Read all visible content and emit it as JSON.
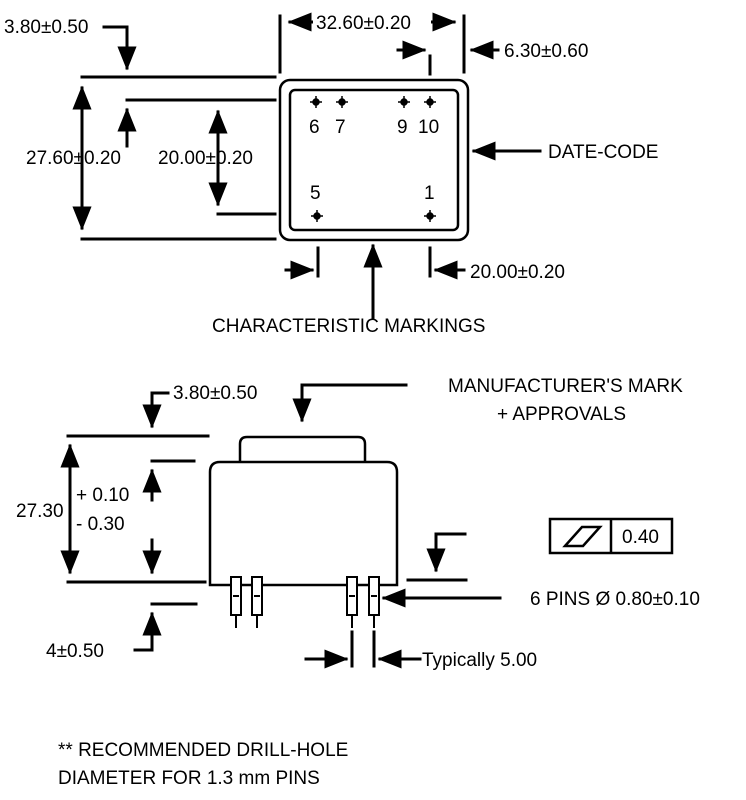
{
  "top_view": {
    "dim_offset_top": "3.80±0.50",
    "dim_width": "32.60±0.20",
    "dim_pin_offset": "6.30±0.60",
    "dim_height": "27.60±0.20",
    "dim_pin_row_spacing": "20.00±0.20",
    "dim_pin_col_spacing": "20.00±0.20",
    "pins": [
      "6",
      "7",
      "9",
      "10",
      "5",
      "1"
    ],
    "date_code": "DATE-CODE",
    "characteristic_markings": "CHARACTERISTIC MARKINGS"
  },
  "side_view": {
    "dim_offset_top": "3.80±0.50",
    "dim_height_base": "27.30",
    "dim_tol_plus": "+ 0.10",
    "dim_tol_minus": "- 0.30",
    "dim_pin_length": "4±0.50",
    "manufacturer_mark_line1": "MANUFACTURER'S MARK",
    "manufacturer_mark_line2": "+ APPROVALS",
    "flatness_value": "0.40",
    "pins_note": "6 PINS Ø 0.80±0.10",
    "pin_pitch": "Typically 5.00"
  },
  "footnote": {
    "line1": "** RECOMMENDED DRILL-HOLE",
    "line2": "DIAMETER FOR 1.3 mm PINS"
  }
}
